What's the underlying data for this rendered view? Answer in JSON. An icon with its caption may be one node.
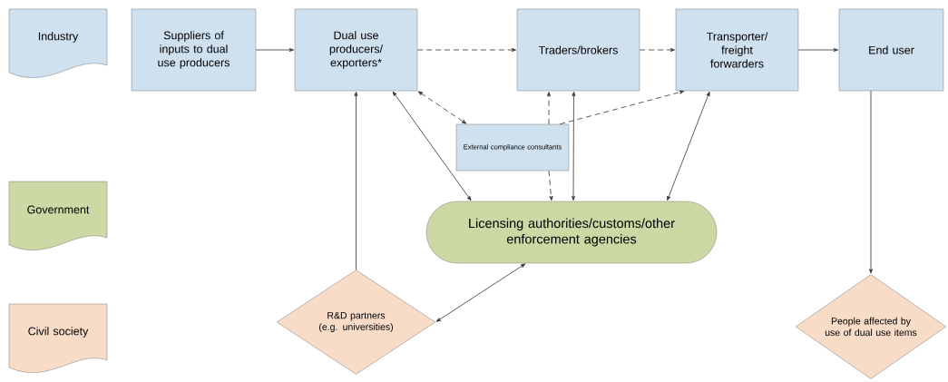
{
  "diagram": {
    "nodes": [
      {
        "text": [
          "Industry"
        ]
      },
      {
        "text": [
          "Suppliers of inputs to dual use producers"
        ]
      },
      {
        "text": [
          "Dual use producers/ exporters*"
        ]
      },
      {
        "text": [
          "Traders/brokers"
        ]
      },
      {
        "text": [
          "Transporter/ freight forwarders"
        ]
      },
      {
        "text": [
          "End user"
        ]
      },
      {
        "text": [
          "External compliance consultants"
        ]
      },
      {
        "text": [
          "Government"
        ]
      },
      {
        "text": [
          "Licensing authorities/customs/other enforcement agencies"
        ]
      },
      {
        "text": [
          "Civil society"
        ]
      },
      {
        "text": [
          "R&D partners (e.g. universities)"
        ]
      },
      {
        "text": [
          "People affected by use of dual use items"
        ]
      }
    ],
    "edges": [
      {
        "from": 1,
        "to": 2,
        "arrow": "to"
      },
      {
        "from": 2,
        "to": 3,
        "arrow": "to",
        "style": "dashed"
      },
      {
        "from": 3,
        "to": 4,
        "arrow": "to",
        "style": "dashed"
      },
      {
        "from": 4,
        "to": 5,
        "arrow": "to"
      },
      {
        "from": 2,
        "to": 6,
        "arrow": "both",
        "style": "dashed"
      },
      {
        "from": 6,
        "to": 3,
        "arrow": "to",
        "style": "dashed"
      },
      {
        "from": 6,
        "to": 4,
        "arrow": "to",
        "style": "dashed"
      },
      {
        "from": 6,
        "to": 8,
        "arrow": "to",
        "style": "dashed"
      },
      {
        "from": 3,
        "to": 8,
        "arrow": "both"
      },
      {
        "from": 2,
        "to": 8,
        "arrow": "both"
      },
      {
        "from": 4,
        "to": 8,
        "arrow": "both"
      },
      {
        "from": 10,
        "to": 2,
        "arrow": "to"
      },
      {
        "from": 10,
        "to": 8,
        "arrow": "both"
      },
      {
        "from": 5,
        "to": 11,
        "arrow": "to"
      }
    ]
  }
}
